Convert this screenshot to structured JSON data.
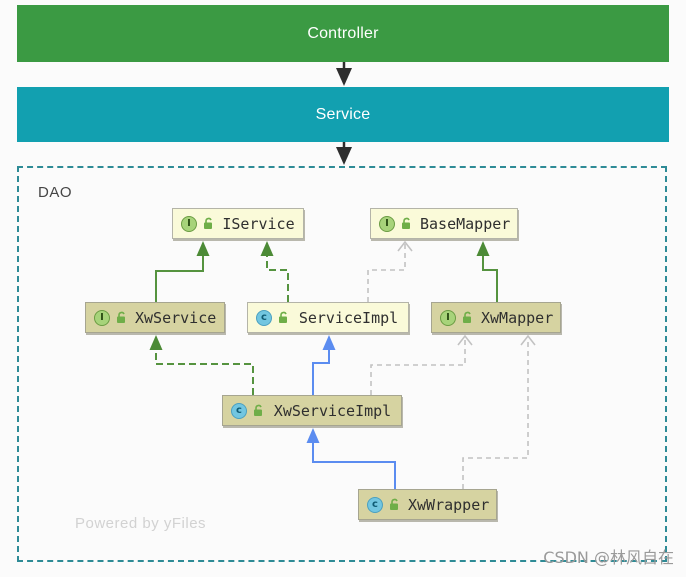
{
  "layers": {
    "controller": {
      "label": "Controller",
      "color": "#3b9a43"
    },
    "service": {
      "label": "Service",
      "color": "#12a0b0"
    }
  },
  "dao": {
    "label": "DAO",
    "border_color": "#2e8b96",
    "powered_by": "Powered by yFiles",
    "nodes": [
      {
        "id": "iservice",
        "label": "IService",
        "type": "interface",
        "icon": "I",
        "fill": "cream"
      },
      {
        "id": "basemapper",
        "label": "BaseMapper",
        "type": "interface",
        "icon": "I",
        "fill": "cream"
      },
      {
        "id": "xwservice",
        "label": "XwService",
        "type": "interface",
        "icon": "I",
        "fill": "tan"
      },
      {
        "id": "serviceimpl",
        "label": "ServiceImpl",
        "type": "class",
        "icon": "c",
        "fill": "cream"
      },
      {
        "id": "xwmapper",
        "label": "XwMapper",
        "type": "interface",
        "icon": "I",
        "fill": "tan"
      },
      {
        "id": "xwserviceimpl",
        "label": "XwServiceImpl",
        "type": "class",
        "icon": "c",
        "fill": "tan"
      },
      {
        "id": "xwwrapper",
        "label": "XwWrapper",
        "type": "class",
        "icon": "c",
        "fill": "tan"
      }
    ],
    "edges": [
      {
        "from": "XwService",
        "to": "IService",
        "style": "solid-green"
      },
      {
        "from": "ServiceImpl",
        "to": "IService",
        "style": "dashed-green"
      },
      {
        "from": "ServiceImpl",
        "to": "BaseMapper",
        "style": "dashed-gray"
      },
      {
        "from": "XwMapper",
        "to": "BaseMapper",
        "style": "solid-green"
      },
      {
        "from": "XwServiceImpl",
        "to": "XwService",
        "style": "dashed-green"
      },
      {
        "from": "XwServiceImpl",
        "to": "ServiceImpl",
        "style": "solid-blue"
      },
      {
        "from": "XwServiceImpl",
        "to": "XwMapper",
        "style": "dashed-gray"
      },
      {
        "from": "XwWrapper",
        "to": "XwServiceImpl",
        "style": "solid-blue"
      },
      {
        "from": "XwWrapper",
        "to": "XwMapper",
        "style": "dashed-gray"
      }
    ]
  },
  "watermark": "CSDN @林风自在",
  "colors": {
    "edge_green": "#55933f",
    "edge_blue": "#5b8cf0",
    "edge_gray": "#c2c2c2",
    "node_cream": "#fafad9",
    "node_tan": "#d6d3a1",
    "interface_icon": "#a7d37a",
    "class_icon": "#72c6e0",
    "lock_icon": "#6fae48",
    "flow_arrow": "#2e2e2e"
  }
}
